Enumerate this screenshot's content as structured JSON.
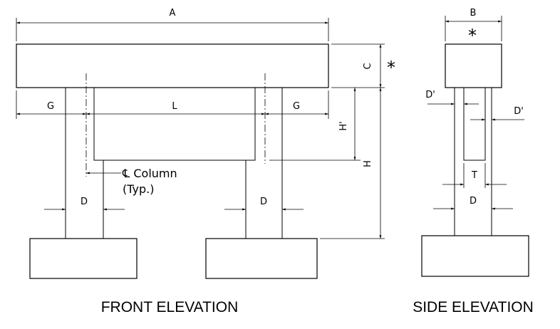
{
  "front": {
    "dims": {
      "a": "A",
      "g_left": "G",
      "l": "L",
      "g_right": "G",
      "c": "C",
      "h_prime": "H'",
      "h": "H",
      "d_left": "D",
      "d_right": "D",
      "star": "*"
    },
    "column_note_line1": "℄ Column",
    "column_note_line2": "(Typ.)",
    "caption": "FRONT ELEVATION"
  },
  "side": {
    "dims": {
      "b": "B",
      "star": "*",
      "d_prime_left": "D'",
      "d_prime_right": "D'",
      "t": "T",
      "d": "D"
    },
    "caption": "SIDE ELEVATION"
  }
}
